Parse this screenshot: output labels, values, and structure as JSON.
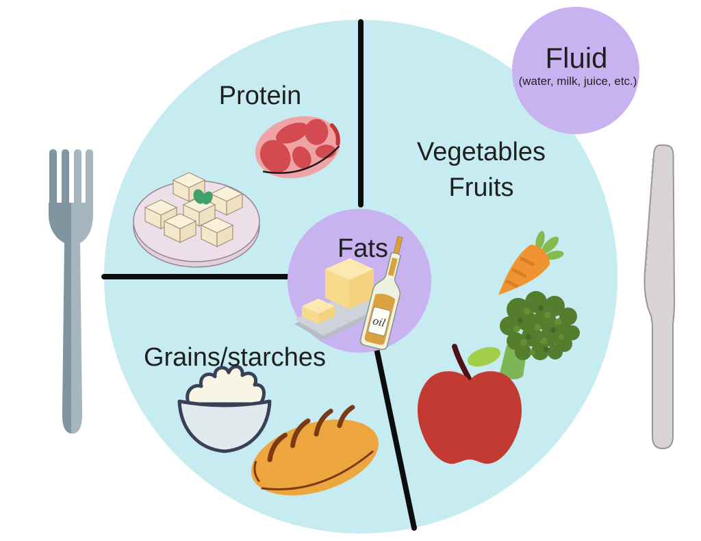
{
  "labels": {
    "protein": "Protein",
    "vegetables": "Vegetables",
    "fruits": "Fruits",
    "grains": "Grains/starches",
    "fats": "Fats",
    "fluid": "Fluid",
    "fluid_detail": "(water, milk, juice, etc.)",
    "oil_bottle": "oil"
  },
  "colors": {
    "plate": "#c6ebf0",
    "bubble": "#c9b2f0",
    "divider": "#0d0d0d",
    "text": "#1f1f1f",
    "fork_dark": "#8195a1",
    "fork_light": "#a5b6bf",
    "knife": "#d8d4d6",
    "steak_red": "#d34a50",
    "bread_gold": "#eda63e",
    "carrot_orange": "#ef9431",
    "broccoli_green": "#547d2d",
    "apple_red": "#c23a31",
    "butter_yellow": "#f8d98b"
  },
  "icons": {
    "fork-icon": "fork cutlery silhouette",
    "knife-icon": "serrated knife silhouette",
    "steak-icon": "marbled steak slice",
    "tofu-plate-icon": "tofu cubes on round plate",
    "rice-bowl-icon": "bowl of rice",
    "bread-icon": "bread loaf with scored crust",
    "carrot-icon": "carrot with leaves",
    "broccoli-icon": "broccoli floret",
    "apple-icon": "red apple with stem and leaf",
    "butter-icon": "butter blocks on dish",
    "oil-bottle-icon": "tilted oil bottle"
  }
}
